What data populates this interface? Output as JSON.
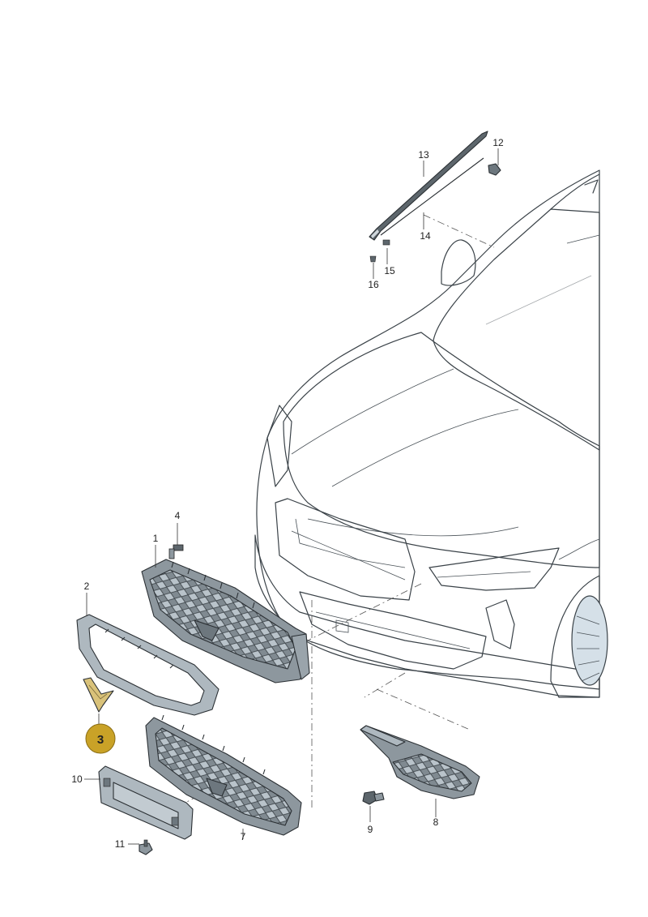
{
  "callouts": {
    "c1": "1",
    "c2": "2",
    "c3": "3",
    "c4": "4",
    "c5": "7",
    "c6": "8",
    "c7": "9",
    "c8": "10",
    "c9": "11",
    "c10": "12",
    "c11": "13",
    "c12": "14",
    "c13": "15",
    "c14": "16"
  },
  "colors": {
    "car_fill": "#e9f1f6",
    "glass_fill": "#cfe0ea",
    "part_fill": "#aeb8bf",
    "part_dark": "#6d777e",
    "highlight_fill": "#c9a227",
    "highlight_part": "#d9c27a"
  }
}
